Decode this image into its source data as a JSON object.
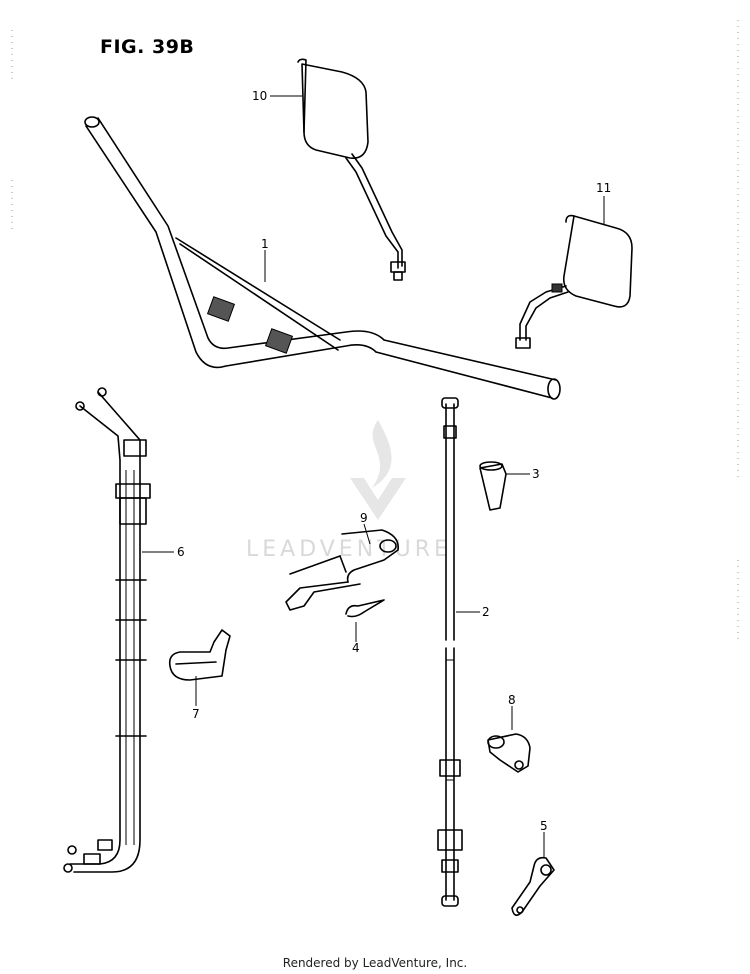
{
  "figure": {
    "title": "FIG. 39B"
  },
  "callouts": [
    {
      "id": "1"
    },
    {
      "id": "2"
    },
    {
      "id": "3"
    },
    {
      "id": "4"
    },
    {
      "id": "5"
    },
    {
      "id": "6"
    },
    {
      "id": "7"
    },
    {
      "id": "8"
    },
    {
      "id": "9"
    },
    {
      "id": "10"
    },
    {
      "id": "11"
    }
  ],
  "watermark": {
    "text": "LEADVENTURE"
  },
  "footer": {
    "text": "Rendered by LeadVenture, Inc."
  }
}
